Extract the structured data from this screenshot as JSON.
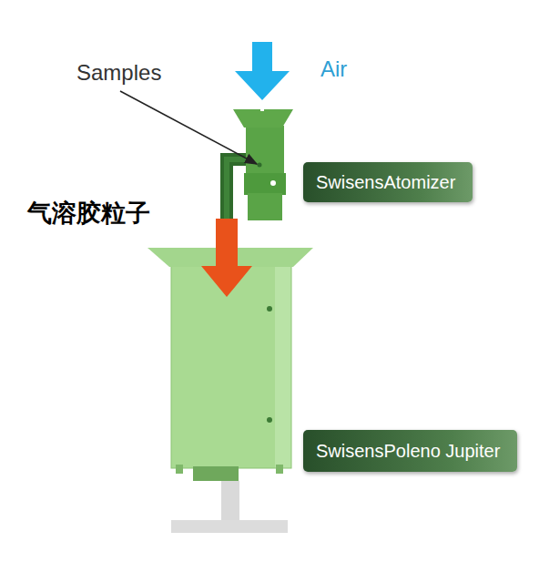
{
  "diagram": {
    "nodes": [
      {
        "text": [
          "SwisensAtomizer"
        ]
      },
      {
        "text": [
          "SwisensPoleno Jupiter"
        ]
      }
    ],
    "labels": [
      "Samples",
      "Air",
      "气溶胶粒子"
    ]
  }
}
